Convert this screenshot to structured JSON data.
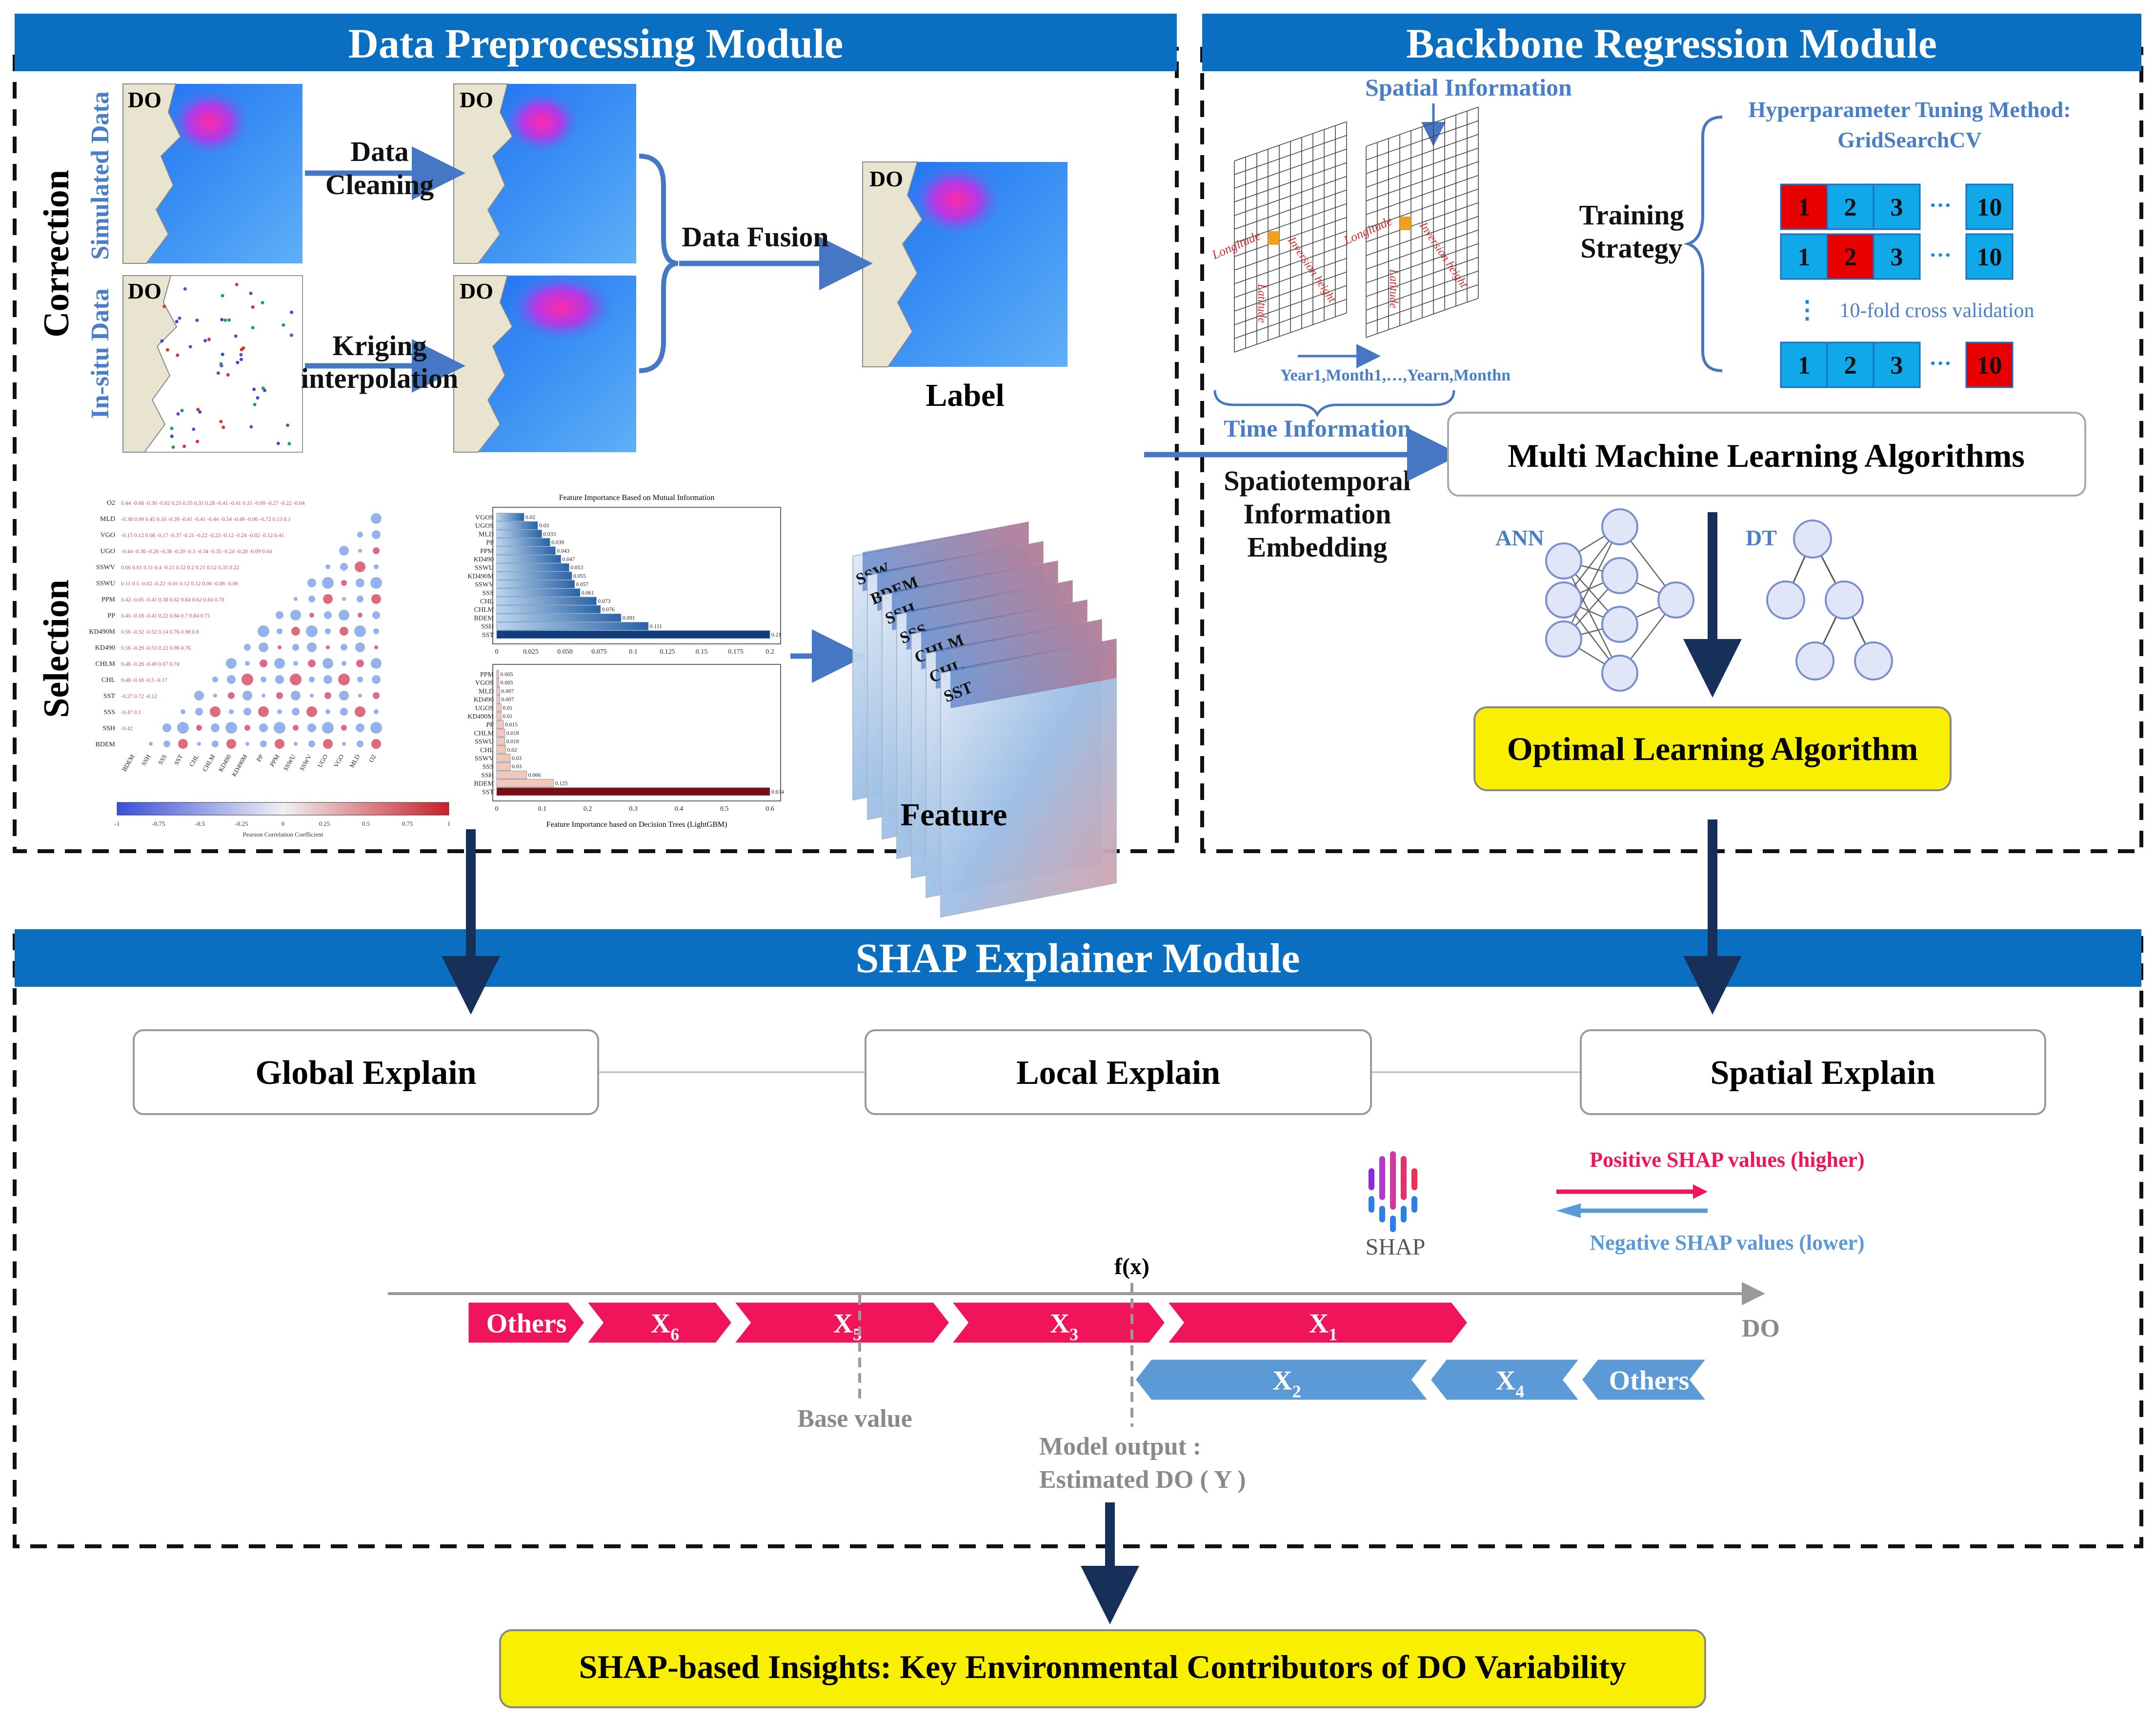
{
  "modules": {
    "preprocessing": "Data Preprocessing Module",
    "backbone": "Backbone Regression Module",
    "shap": "SHAP Explainer Module"
  },
  "preprocessing": {
    "correction_label": "Correction",
    "selection_label": "Selection",
    "simulated_data": "Simulated Data",
    "insitu_data": "In-situ Data",
    "do_label": "DO",
    "data_cleaning_1": "Data",
    "data_cleaning_2": "Cleaning",
    "kriging_1": "Kriging",
    "kriging_2": "interpolation",
    "data_fusion": "Data Fusion",
    "label": "Label",
    "feature": "Feature",
    "mi_title": "Feature Importance Based on Mutual Information",
    "lgbm_xlabel": "Feature Importance based on Decision Trees (LightGBM)",
    "corr_colorbar_label": "Pearson Correlation Coefficient",
    "corr_variables": [
      "O2",
      "MLD",
      "VGO",
      "UGO",
      "SSWV",
      "SSWU",
      "PPM",
      "PP",
      "KD490M",
      "KD490",
      "CHLM",
      "CHL",
      "SST",
      "SSS",
      "SSH",
      "BDEM"
    ],
    "corr_x_labels": [
      "BDEM",
      "SSH",
      "SSS",
      "SST",
      "CHL",
      "CHLM",
      "KD490",
      "KD490M",
      "PP",
      "PPM",
      "SSWU",
      "SSWV",
      "UGO",
      "VGO",
      "MLD",
      "O2"
    ],
    "corr_row_values": [
      "0.44 -0.68 -0.30 -0.82 0.25 0.35 0.35 0.28 -0.41 -0.41 0.31 -0.09 -0.27 -0.22 -0.04",
      "-0.38 0.09 0.45 0.16 -0.39 -0.41 -0.41 -0.44 -0.54 -0.49 -0.06 -0.72 0.13 0.1",
      "-0.15 0.12 0.08 -0.17 -0.37 -0.21 -0.22 -0.23 -0.12 -0.24 -0.02 -0.12 0.41",
      "-0.44 -0.38 -0.26 -0.38 -0.29 -0.3 -0.34 -0.35 -0.24 -0.28 -0.09 0.04",
      "0.06 0.01 0.11 0.4 -0.21 0.52 0.2 0.21 0.52 0.35 0.22",
      "0.11 0.5 -0.02 -0.22 -0.01 0.12 0.12 0.06 -0.06 -0.06",
      "0.42 -0.05 -0.41 0.38 0.62 0.84 0.62 0.84 0.78",
      "0.45 -0.18 -0.41 0.22 0.84 0.7 0.84 0.71",
      "0.56 -0.32 -0.52 0.14 0.76 0.98 0.8",
      "0.56 -0.29 -0.53 0.22 0.96 0.76",
      "0.48 -0.28 -0.49 0.07 0.74",
      "0.48 -0.18 -0.5 -0.17",
      "-0.27 0.72 -0.12",
      "-0.47 0.1",
      "-0.42",
      ""
    ],
    "corr_colorbar_ticks": [
      "-1",
      "-0.75",
      "-0.5",
      "-0.25",
      "0",
      "0.25",
      "0.5",
      "0.75",
      "1"
    ],
    "mi_ticks": [
      "0",
      "0.025",
      "0.050",
      "0.075",
      "0.1",
      "0.125",
      "0.15",
      "0.175",
      "0.2"
    ],
    "lgbm_ticks": [
      "0",
      "0.1",
      "0.2",
      "0.3",
      "0.4",
      "0.5",
      "0.6"
    ],
    "feature_slices": [
      "SSW",
      "BDEM",
      "SSH",
      "SSS",
      "CHLM",
      "CHL",
      "SST"
    ]
  },
  "chart_data": [
    {
      "type": "bar",
      "title": "Feature Importance Based on Mutual Information",
      "categories": [
        "VGOS",
        "UGOS",
        "MLD",
        "PP",
        "PPM",
        "KD490",
        "SSWU",
        "KD490M",
        "SSWV",
        "SSS",
        "CHL",
        "CHLM",
        "BDEM",
        "SSH",
        "SST"
      ],
      "values": [
        0.02,
        0.03,
        0.033,
        0.039,
        0.043,
        0.047,
        0.053,
        0.055,
        0.057,
        0.061,
        0.073,
        0.076,
        0.091,
        0.111,
        0.21
      ],
      "xlim": [
        0,
        0.2
      ]
    },
    {
      "type": "bar",
      "xlabel": "Feature Importance based on Decision Trees (LightGBM)",
      "categories": [
        "PPM",
        "VGOS",
        "MLD",
        "KD490",
        "UGOS",
        "KD490M",
        "PP",
        "CHLM",
        "SSWU",
        "CHL",
        "SSWV",
        "SSS",
        "SSH",
        "BDEM",
        "SST"
      ],
      "values": [
        0.005,
        0.005,
        0.007,
        0.007,
        0.01,
        0.01,
        0.015,
        0.018,
        0.018,
        0.02,
        0.03,
        0.03,
        0.066,
        0.125,
        0.634
      ],
      "xlim": [
        0,
        0.6
      ]
    }
  ],
  "backbone": {
    "spatial_info": "Spatial Information",
    "time_info": "Time Information",
    "time_axis": "Year1,Month1,…,Yearn,Monthn",
    "grid_labels": [
      "Longitude",
      "Latitude",
      "Inversion height"
    ],
    "embedding_1": "Spatiotemporal",
    "embedding_2": "Information",
    "embedding_3": "Embedding",
    "hyper_1": "Hyperparameter Tuning Method:",
    "hyper_2": "GridSearchCV",
    "training_1": "Training",
    "training_2": "Strategy",
    "fold_rows": [
      [
        "1",
        "2",
        "3",
        "···",
        "10"
      ],
      [
        "1",
        "2",
        "3",
        "···",
        "10"
      ],
      [
        "1",
        "2",
        "3",
        "···",
        "10"
      ]
    ],
    "fold_note": "10-fold cross validation",
    "fold_dots": "⋮",
    "mml": "Multi Machine Learning Algorithms",
    "ann": "ANN",
    "dt": "DT",
    "optimal": "Optimal Learning Algorithm"
  },
  "shap": {
    "global": "Global  Explain",
    "local": "Local Explain",
    "spatial": "Spatial Explain",
    "shap_logo": "SHAP",
    "positive": "Positive SHAP values (higher)",
    "negative": "Negative SHAP values (lower)",
    "fx": "f(x)",
    "do_axis": "DO",
    "pos_segments": [
      "Others",
      "X6",
      "X5",
      "X3",
      "X1"
    ],
    "neg_segments": [
      "X2",
      "X4",
      "Others"
    ],
    "base_value": "Base value",
    "model_output_1": "Model output :",
    "model_output_2": "Estimated DO ( Y )",
    "insights": "SHAP-based Insights: Key Environmental Contributors of DO Variability"
  },
  "colors": {
    "header_blue": "#0a6fc0",
    "dark_navy": "#17305a",
    "arrow_blue": "#4677c4",
    "shap_pink": "#f0145a",
    "shap_blue": "#5b9ad6",
    "fold_blue": "#10a8e8",
    "fold_red": "#e80000",
    "optimal_yellow": "#f8f000"
  }
}
